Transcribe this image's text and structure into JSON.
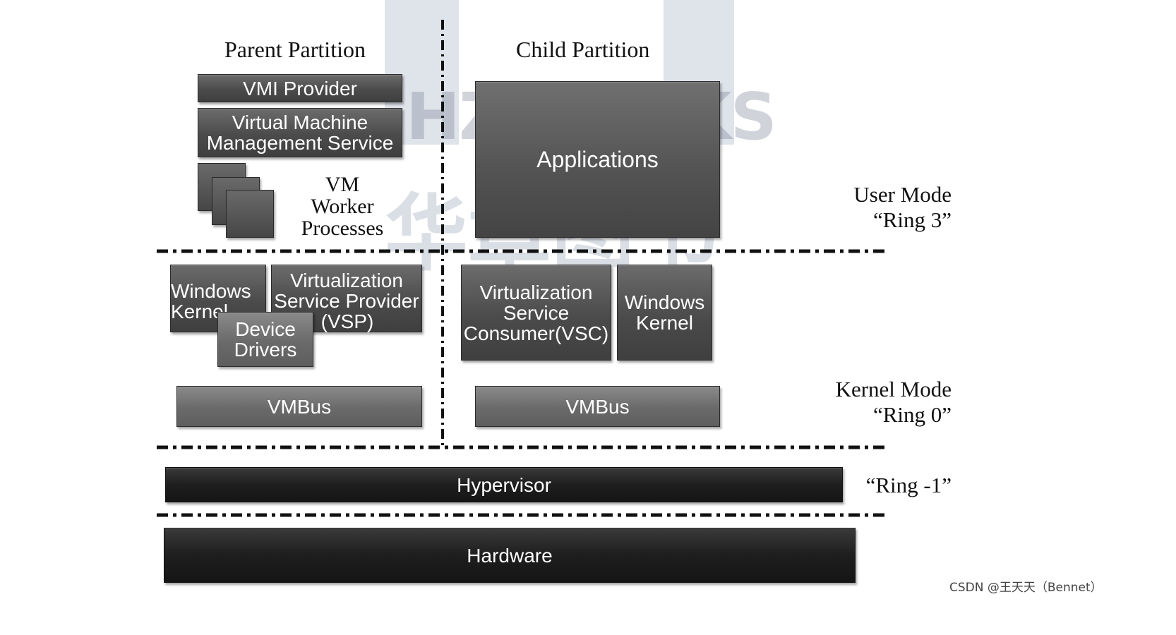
{
  "watermark": {
    "logo_text": "HZ BOOKS",
    "logo_chinese": "华章图书"
  },
  "headings": {
    "parent": "Parent Partition",
    "child": "Child Partition"
  },
  "parent_user": {
    "vmi_provider": "VMI Provider",
    "vmms_line1": "Virtual Machine",
    "vmms_line2": "Management Service",
    "worker_line1": "VM",
    "worker_line2": "Worker",
    "worker_line3": "Processes"
  },
  "child_user": {
    "applications": "Applications"
  },
  "parent_kernel": {
    "windows_kernel_line1": "Windows",
    "windows_kernel_line2": "Kernel",
    "vsp_line1": "Virtualization",
    "vsp_line2": "Service Provider",
    "vsp_line3": "(VSP)",
    "drivers_line1": "Device",
    "drivers_line2": "Drivers",
    "vmbus": "VMBus"
  },
  "child_kernel": {
    "vsc_line1": "Virtualization",
    "vsc_line2": "Service",
    "vsc_line3": "Consumer(VSC)",
    "windows_kernel_line1": "Windows",
    "windows_kernel_line2": "Kernel",
    "vmbus": "VMBus"
  },
  "layers": {
    "hypervisor": "Hypervisor",
    "hardware": "Hardware"
  },
  "modes": {
    "user_line1": "User Mode",
    "user_line2": "“Ring 3”",
    "kernel_line1": "Kernel Mode",
    "kernel_line2": "“Ring 0”",
    "hyper_line1": "“Ring -1”"
  },
  "footer": {
    "credit": "CSDN @王天天（Bennet）"
  }
}
